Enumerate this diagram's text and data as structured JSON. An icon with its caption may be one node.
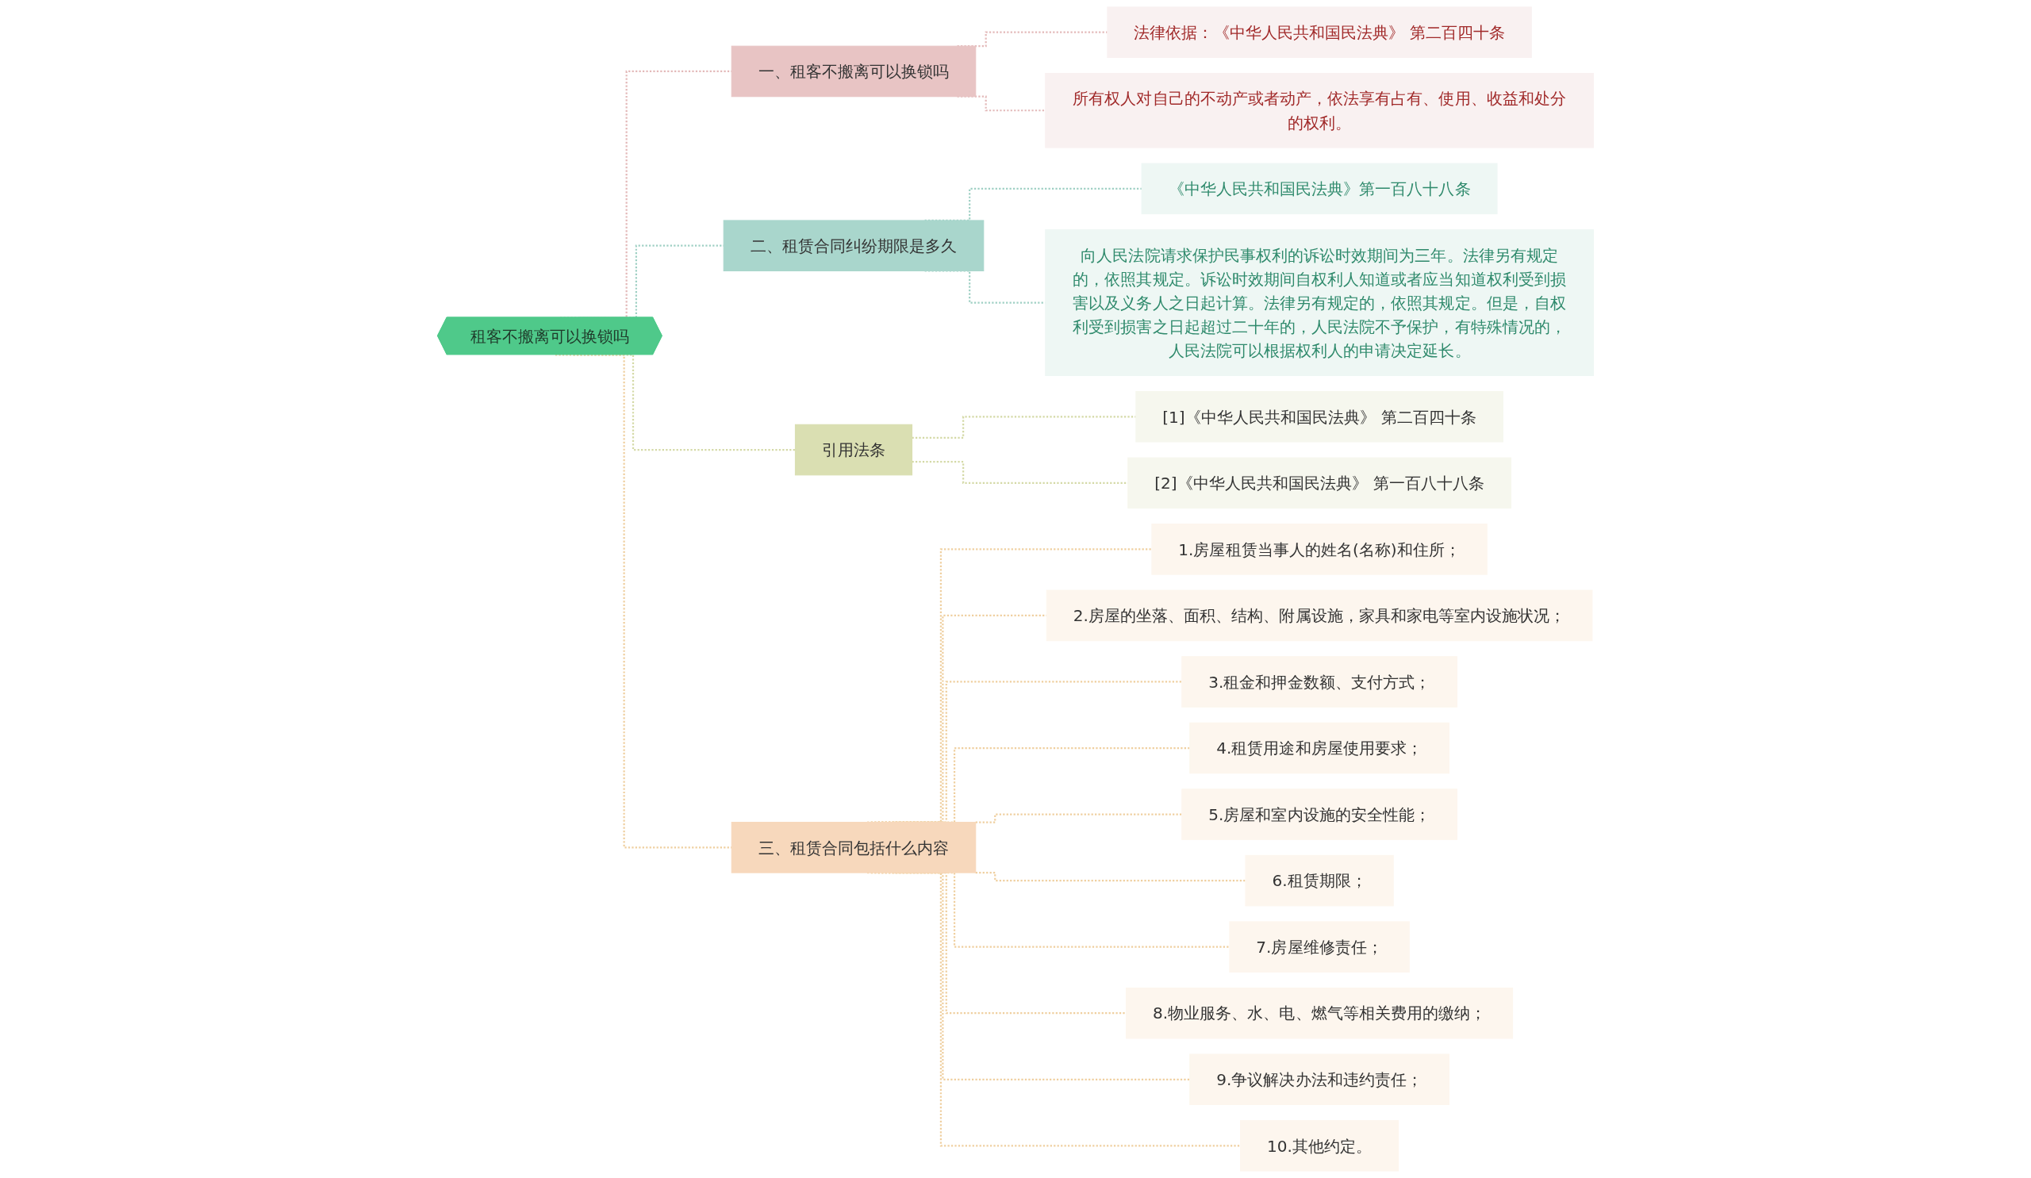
{
  "diagram": {
    "nodes": [
      {
        "text": [
          "租客不搬离可以换锁吗"
        ]
      },
      {
        "text": [
          "一、租客不搬离可以换锁吗"
        ]
      },
      {
        "text": [
          "法律依据：《中华人民共和国民法典》 第二百四十条"
        ]
      },
      {
        "text": [
          "所有权人对自己的不动产或者动产，依法享有占有、使用、收益和处分的权利。"
        ]
      },
      {
        "text": [
          "二、租赁合同纠纷期限是多久"
        ]
      },
      {
        "text": [
          "《中华人民共和国民法典》第一百八十八条"
        ]
      },
      {
        "text": [
          "向人民法院请求保护民事权利的诉讼时效期间为三年。法律另有规定的，依照其规定。诉讼时效期间自权利人知道或者应当知道权利受到损害以及义务人之日起计算。法律另有规定的，依照其规定。但是，自权利受到损害之日起超过二十年的，人民法院不予保护，有特殊情况的，人民法院可以根据权利人的申请决定延长。"
        ]
      },
      {
        "text": [
          "引用法条"
        ]
      },
      {
        "text": [
          "[1]《中华人民共和国民法典》 第二百四十条"
        ]
      },
      {
        "text": [
          "[2]《中华人民共和国民法典》 第一百八十八条"
        ]
      },
      {
        "text": [
          "三、租赁合同包括什么内容"
        ]
      },
      {
        "text": [
          "1.房屋租赁当事人的姓名(名称)和住所；"
        ]
      },
      {
        "text": [
          "2.房屋的坐落、面积、结构、附属设施，家具和家电等室内设施状况；"
        ]
      },
      {
        "text": [
          "3.租金和押金数额、支付方式；"
        ]
      },
      {
        "text": [
          "4.租赁用途和房屋使用要求；"
        ]
      },
      {
        "text": [
          "5.房屋和室内设施的安全性能；"
        ]
      },
      {
        "text": [
          "6.租赁期限；"
        ]
      },
      {
        "text": [
          "7.房屋维修责任；"
        ]
      },
      {
        "text": [
          "8.物业服务、水、电、燃气等相关费用的缴纳；"
        ]
      },
      {
        "text": [
          "9.争议解决办法和违约责任；"
        ]
      },
      {
        "text": [
          "10.其他约定。"
        ]
      }
    ],
    "edges": [
      {
        "from": 0,
        "to": 1,
        "arrow": "none",
        "style": "dashed",
        "color": "#e3b9b9"
      },
      {
        "from": 1,
        "to": 2,
        "arrow": "none",
        "style": "dashed",
        "color": "#e3b9b9"
      },
      {
        "from": 1,
        "to": 3,
        "arrow": "none",
        "style": "dashed",
        "color": "#e3b9b9"
      },
      {
        "from": 0,
        "to": 4,
        "arrow": "none",
        "style": "dashed",
        "color": "#9fd0c4"
      },
      {
        "from": 4,
        "to": 5,
        "arrow": "none",
        "style": "dashed",
        "color": "#9fd0c4"
      },
      {
        "from": 4,
        "to": 6,
        "arrow": "none",
        "style": "dashed",
        "color": "#9fd0c4"
      },
      {
        "from": 0,
        "to": 7,
        "arrow": "none",
        "style": "dashed",
        "color": "#d4d9a6"
      },
      {
        "from": 7,
        "to": 8,
        "arrow": "none",
        "style": "dashed",
        "color": "#d4d9a6"
      },
      {
        "from": 7,
        "to": 9,
        "arrow": "none",
        "style": "dashed",
        "color": "#d4d9a6"
      },
      {
        "from": 0,
        "to": 10,
        "arrow": "none",
        "style": "dashed"
      },
      {
        "from": 10,
        "to": 11,
        "arrow": "none",
        "style": "dashed"
      },
      {
        "from": 10,
        "to": 12,
        "arrow": "none",
        "style": "dashed"
      },
      {
        "from": 10,
        "to": 13,
        "arrow": "none",
        "style": "dashed"
      },
      {
        "from": 10,
        "to": 14,
        "arrow": "none",
        "style": "dashed"
      },
      {
        "from": 10,
        "to": 15,
        "arrow": "none",
        "style": "dashed"
      },
      {
        "from": 10,
        "to": 16,
        "arrow": "none",
        "style": "dashed"
      },
      {
        "from": 10,
        "to": 17,
        "arrow": "none",
        "style": "dashed"
      },
      {
        "from": 10,
        "to": 18,
        "arrow": "none",
        "style": "dashed"
      },
      {
        "from": 10,
        "to": 19,
        "arrow": "none",
        "style": "dashed"
      },
      {
        "from": 10,
        "to": 20,
        "arrow": "none",
        "style": "dashed"
      }
    ]
  }
}
